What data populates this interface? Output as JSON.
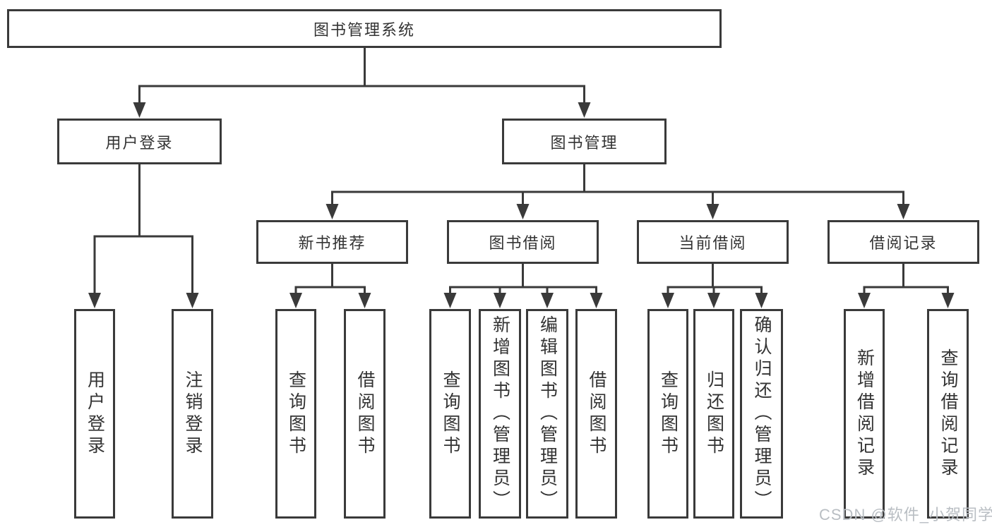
{
  "colors": {
    "line": "#3a3a3a",
    "text": "#333333",
    "background": "#ffffff",
    "watermark": "#b9bec3"
  },
  "tree": {
    "root": {
      "label": "图书管理系统"
    },
    "branches": [
      {
        "label": "用户登录",
        "children": [
          {
            "label": "用户登录"
          },
          {
            "label": "注销登录"
          }
        ]
      },
      {
        "label": "图书管理",
        "sections": [
          {
            "label": "新书推荐",
            "children": [
              {
                "label": "查询图书"
              },
              {
                "label": "借阅图书"
              }
            ]
          },
          {
            "label": "图书借阅",
            "children": [
              {
                "label": "查询图书"
              },
              {
                "label": "新增图书（管理员）"
              },
              {
                "label": "编辑图书（管理员）"
              },
              {
                "label": "借阅图书"
              }
            ]
          },
          {
            "label": "当前借阅",
            "children": [
              {
                "label": "查询图书"
              },
              {
                "label": "归还图书"
              },
              {
                "label": "确认归还（管理员）"
              }
            ]
          },
          {
            "label": "借阅记录",
            "children": [
              {
                "label": "新增借阅记录"
              },
              {
                "label": "查询借阅记录"
              }
            ]
          }
        ]
      }
    ]
  },
  "watermark": {
    "text": "CSDN @软件_小贺同学"
  }
}
